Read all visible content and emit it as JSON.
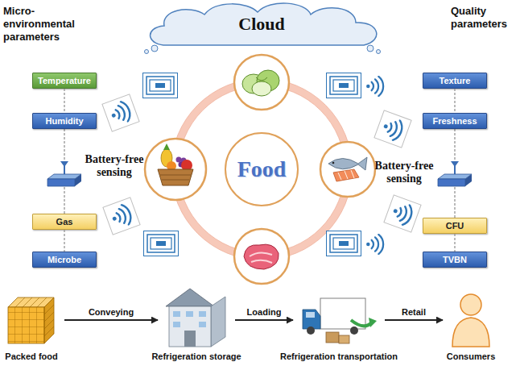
{
  "diagram": {
    "nodes": [
      {
        "text": [
          "Cloud"
        ]
      },
      {
        "text": [
          "Temperature"
        ]
      },
      {
        "text": [
          "Humidity"
        ]
      },
      {
        "text": [
          "Gas"
        ]
      },
      {
        "text": [
          "Microbe"
        ]
      },
      {
        "text": [
          "Food"
        ]
      },
      {
        "text": [
          "Texture"
        ]
      },
      {
        "text": [
          "Freshness"
        ]
      },
      {
        "text": [
          "CFU"
        ]
      },
      {
        "text": [
          "TVBN"
        ]
      },
      {
        "text": [
          "Packed food"
        ]
      },
      {
        "text": [
          "Refrigeration storage"
        ]
      },
      {
        "text": [
          "Refrigeration transportation"
        ]
      },
      {
        "text": [
          "Consumers"
        ]
      }
    ],
    "edges": [
      {
        "from": 1,
        "to": 2,
        "arrow": "none"
      },
      {
        "from": 3,
        "to": 4,
        "arrow": "none"
      },
      {
        "from": 6,
        "to": 7,
        "arrow": "none"
      },
      {
        "from": 8,
        "to": 9,
        "arrow": "none"
      },
      {
        "from": 10,
        "to": 11,
        "label": "Conveying",
        "arrow": "to"
      },
      {
        "from": 11,
        "to": 12,
        "label": "Loading",
        "arrow": "to"
      },
      {
        "from": 12,
        "to": 13,
        "label": "Retail",
        "arrow": "to"
      }
    ],
    "labels": [
      "Micro- environmental parameters",
      "Quality parameters",
      "Battery-free sensing",
      "Battery-free sensing"
    ]
  }
}
